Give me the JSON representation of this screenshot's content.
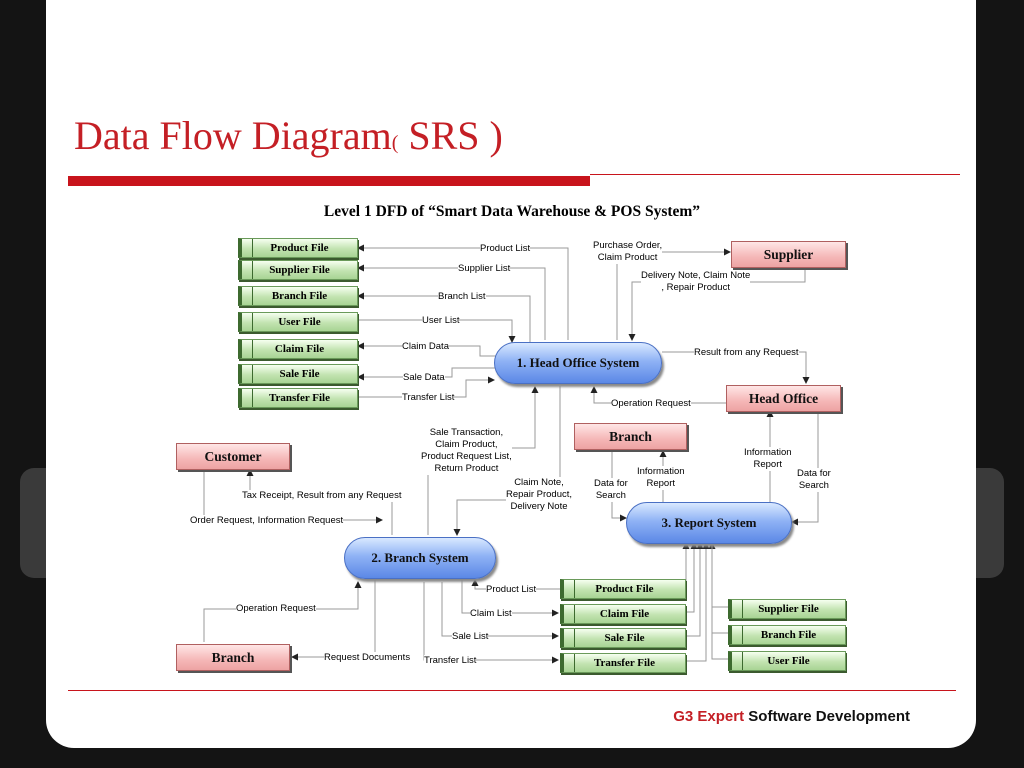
{
  "slide": {
    "title": "Data Flow Diagram",
    "title_paren_open": "(",
    "title_paren_text": " SRS )",
    "subtitle": "Level 1 DFD of “Smart Data Warehouse & POS System”"
  },
  "processes": {
    "p1": "1. Head Office System",
    "p2": "2. Branch System",
    "p3": "3. Report System"
  },
  "externals": {
    "supplier": "Supplier",
    "head_office": "Head Office",
    "branch_top": "Branch",
    "customer": "Customer",
    "branch_bottom": "Branch"
  },
  "stores": {
    "ho_product": "Product File",
    "ho_supplier": "Supplier File",
    "ho_branch": "Branch File",
    "ho_user": "User File",
    "ho_claim": "Claim File",
    "ho_sale": "Sale File",
    "ho_transfer": "Transfer File",
    "br_product": "Product File",
    "br_claim": "Claim File",
    "br_sale": "Sale File",
    "br_transfer": "Transfer File",
    "rp_supplier": "Supplier File",
    "rp_branch": "Branch File",
    "rp_user": "User File"
  },
  "flows": {
    "product_list_top": "Product List",
    "supplier_list": "Supplier List",
    "branch_list": "Branch List",
    "user_list": "User List",
    "claim_data": "Claim Data",
    "sale_data": "Sale Data",
    "transfer_list_top": "Transfer List",
    "purchase_order": "Purchase Order,\nClaim Product",
    "delivery_note": "Delivery Note, Claim Note\n, Repair Product",
    "result_request": "Result from any Request",
    "operation_request_top": "Operation Request",
    "sale_transaction": "Sale Transaction,\nClaim Product,\nProduct Request List,\nReturn Product",
    "claim_note": "Claim Note,\nRepair Product,\nDelivery Note",
    "data_search_left": "Data for\nSearch",
    "info_report_left": "Information\nReport",
    "info_report_right": "Information\nReport",
    "data_search_right": "Data for\nSearch",
    "tax_receipt": "Tax Receipt, Result from any Request",
    "order_request": "Order Request, Information Request",
    "operation_request_bottom": "Operation Request",
    "request_documents": "Request Documents",
    "product_list_bottom": "Product List",
    "claim_list": "Claim List",
    "sale_list": "Sale List",
    "transfer_list_bottom": "Transfer List"
  },
  "footer": {
    "brand": "G3 Expert",
    "rest": " Software Development"
  },
  "colors": {
    "title_red": "#c41f25",
    "process_blue": "#5b88e6",
    "external_pink": "#f5b7b7",
    "store_green": "#c2e3b0"
  }
}
